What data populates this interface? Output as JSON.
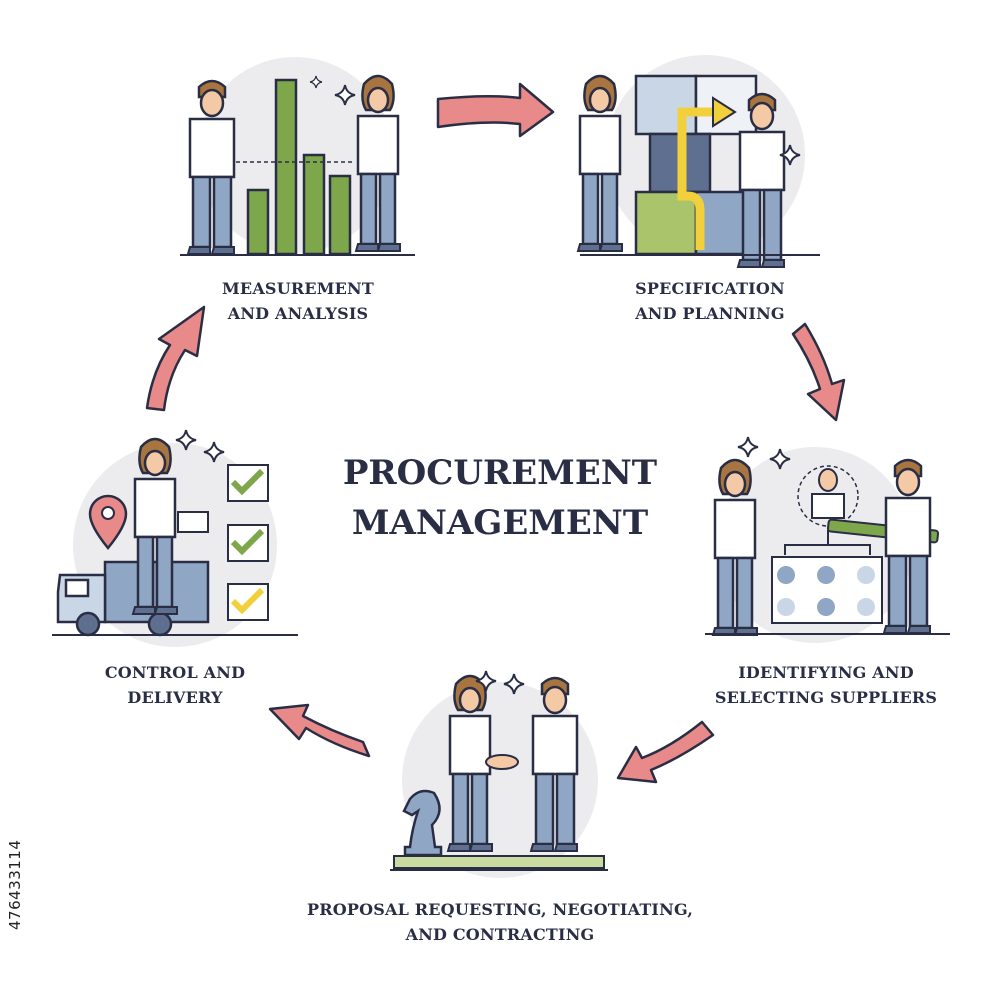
{
  "title": {
    "line1": "PROCUREMENT",
    "line2": "MANAGEMENT"
  },
  "steps": [
    {
      "id": "measurement",
      "line1": "MEASUREMENT",
      "line2": "AND ANALYSIS"
    },
    {
      "id": "specification",
      "line1": "SPECIFICATION",
      "line2": "AND PLANNING"
    },
    {
      "id": "suppliers",
      "line1": "IDENTIFYING AND",
      "line2": "SELECTING SUPPLIERS"
    },
    {
      "id": "proposal",
      "line1": "PROPOSAL REQUESTING, NEGOTIATING,",
      "line2": "AND CONTRACTING"
    },
    {
      "id": "control",
      "line1": "CONTROL AND",
      "line2": "DELIVERY"
    }
  ],
  "watermark": "476433114",
  "colors": {
    "arrow": "#e8898a",
    "outline": "#2a2e45",
    "green": "#7ea64a",
    "blue": "#8fa6c4",
    "yellow": "#f2d03c",
    "circle": "#ececee"
  },
  "icons": [
    "bar-chart-icon",
    "puzzle-blocks-icon",
    "supplier-selection-icon",
    "handshake-icon",
    "delivery-truck-icon",
    "checklist-icon",
    "location-pin-icon",
    "chess-knight-icon",
    "sparkle-icon"
  ]
}
